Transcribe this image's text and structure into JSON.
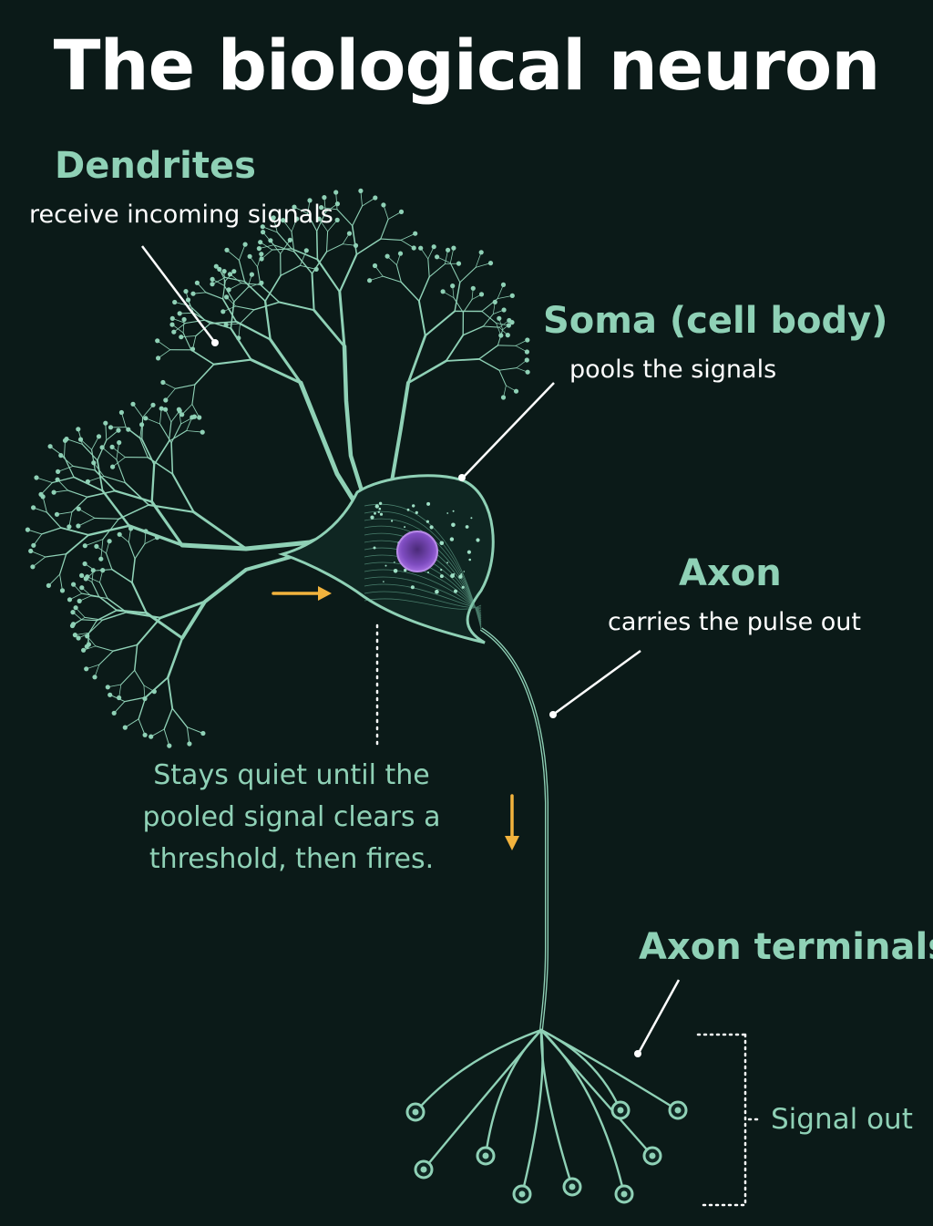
{
  "title": "The biological neuron",
  "labels": {
    "dendrites": {
      "name": "Dendrites",
      "desc": "receive incoming signals"
    },
    "soma": {
      "name": "Soma (cell body)",
      "desc": "pools the signals"
    },
    "axon": {
      "name": "Axon",
      "desc": "carries the pulse out"
    },
    "terminals": {
      "name": "Axon terminals"
    }
  },
  "note": {
    "line1": "Stays quiet until the",
    "line2": "pooled signal clears a",
    "line3": "threshold, then fires."
  },
  "signal_out": "Signal out",
  "colors": {
    "background": "#0b1a18",
    "neuron": "#8fd1b6",
    "label": "#8fd1b6",
    "text": "#ffffff",
    "arrow": "#f2b33d",
    "nucleus": "#8a52c8"
  }
}
